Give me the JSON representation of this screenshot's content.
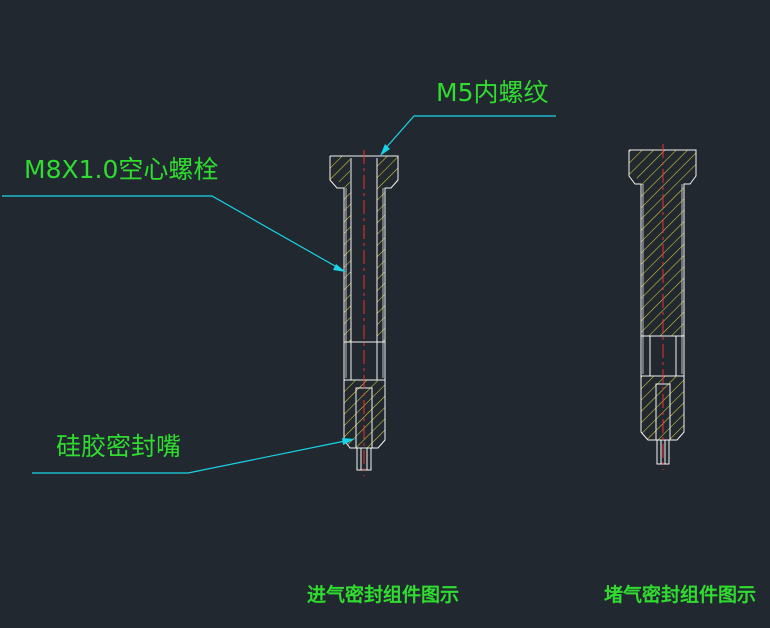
{
  "labels": {
    "m5_thread": "M5内螺纹",
    "hollow_bolt": "M8X1.0空心螺栓",
    "silicone_nozzle": "硅胶密封嘴",
    "intake_caption": "进气密封组件图示",
    "plug_caption": "堵气密封组件图示"
  },
  "colors": {
    "background": "#212830",
    "label_text": "#2fdc2f",
    "leader_line": "#19d4e6",
    "hatch": "#d8d23c",
    "outline": "#f2f2f2",
    "center_line": "#ff3030"
  }
}
